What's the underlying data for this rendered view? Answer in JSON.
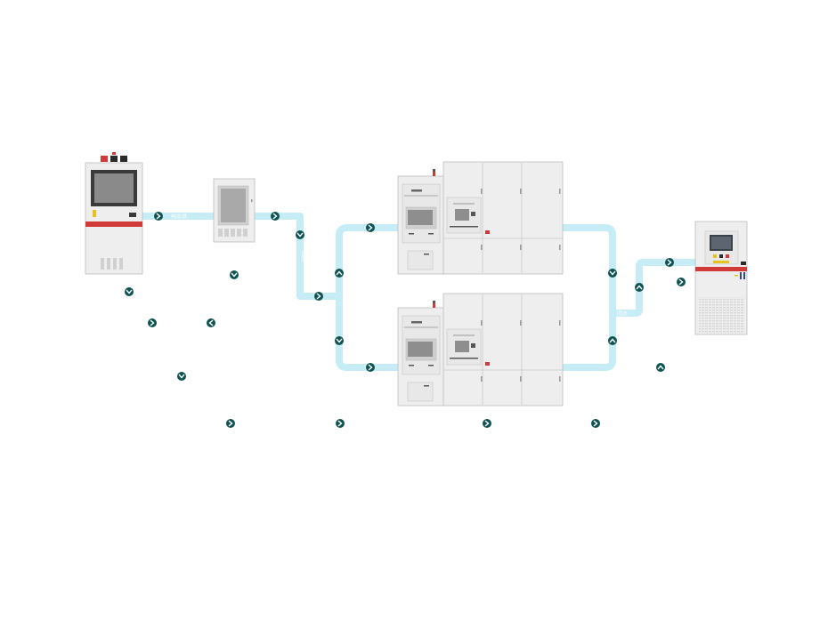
{
  "diagram": {
    "pipe_labels": {
      "supply_top": "纯水供",
      "vertical_left": "回路",
      "return_right": "回水"
    },
    "colors": {
      "pipe": "#c6ecf5",
      "arrow_badge": "#0f5452",
      "cabinet": "#eeeeee",
      "accent_red": "#d23a3a",
      "accent_yellow": "#e6c21c"
    }
  }
}
